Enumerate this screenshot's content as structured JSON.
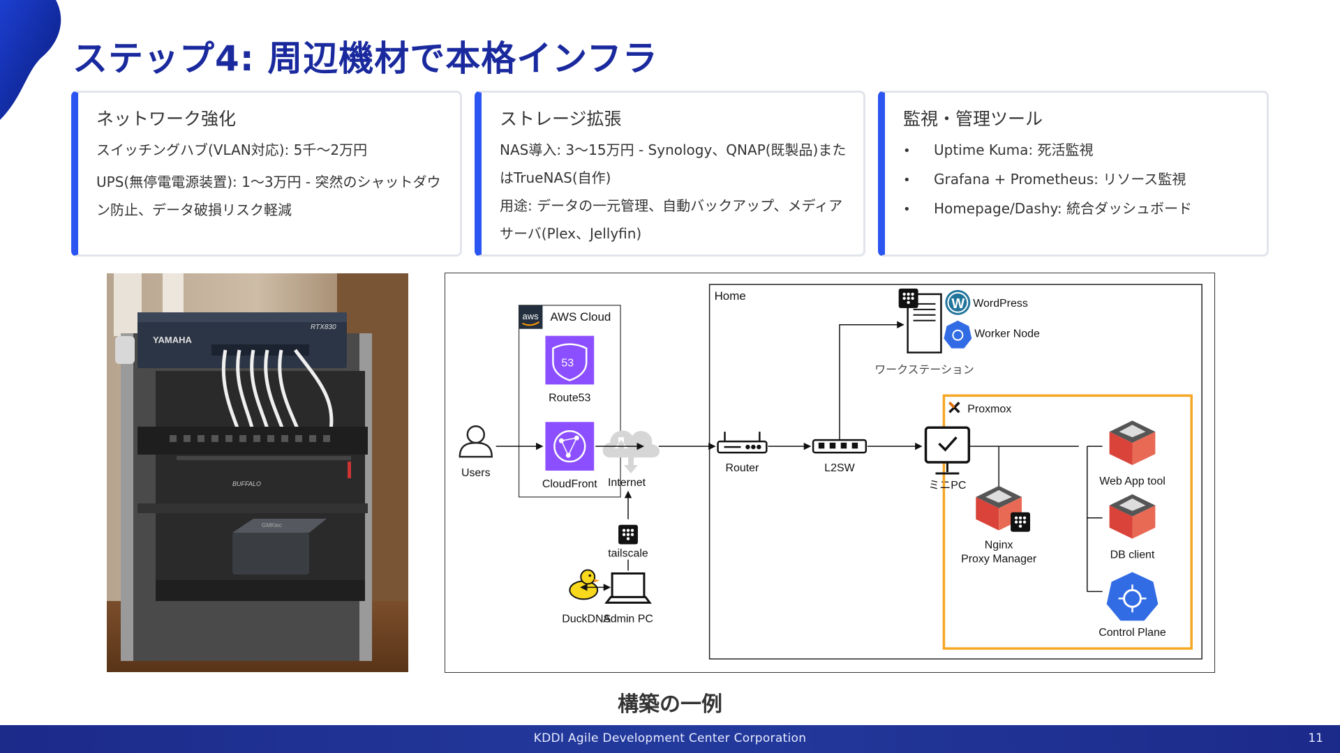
{
  "slide": {
    "title": "ステップ4: 周辺機材で本格インフラ",
    "caption": "構築の一例",
    "footer": "KDDI Agile Development Center Corporation",
    "page_number": "11"
  },
  "cards": [
    {
      "heading": "ネットワーク強化",
      "lines": [
        "スイッチングハブ(VLAN対応): 5千〜2万円",
        "UPS(無停電電源装置): 1〜3万円 - 突然のシャットダウン防止、データ破損リスク軽減"
      ]
    },
    {
      "heading": "ストレージ拡張",
      "lines": [
        "NAS導入: 3〜15万円 - Synology、QNAP(既製品)またはTrueNAS(自作)",
        "用途: データの一元管理、自動バックアップ、メディアサーバ(Plex、Jellyfin)"
      ]
    },
    {
      "heading": "監視・管理ツール",
      "bullets": [
        "Uptime Kuma: 死活監視",
        "Grafana + Prometheus: リソース監視",
        "Homepage/Dashy: 統合ダッシュボード"
      ]
    }
  ],
  "photo": {
    "brand_label": "YAMAHA",
    "model_label": "RTX830",
    "switch_label": "BUFFALO",
    "minipc_label": "GMKtec"
  },
  "diagram": {
    "users": "Users",
    "aws_badge": "aws",
    "aws_cloud": "AWS Cloud",
    "route53": "Route53",
    "route53_icon_text": "53",
    "cloudfront": "CloudFront",
    "internet": "Internet",
    "tailscale": "tailscale",
    "duckdns": "DuckDNS",
    "admin_pc": "Admin PC",
    "home": "Home",
    "router": "Router",
    "l2sw": "L2SW",
    "workstation": "ワークステーション",
    "wordpress": "WordPress",
    "worker_node": "Worker Node",
    "proxmox": "Proxmox",
    "minipc": "ミニPC",
    "nginx_line1": "Nginx",
    "nginx_line2": "Proxy Manager",
    "web_app_tool": "Web App tool",
    "db_client": "DB client",
    "control_plane": "Control Plane"
  },
  "colors": {
    "title": "#1a2a9e",
    "card_accent": "#2a55f0",
    "aws_purple": "#8c4fff",
    "proxmox_orange": "#f5a623",
    "k8s_blue": "#326ce5",
    "wordpress_blue": "#21759b"
  }
}
